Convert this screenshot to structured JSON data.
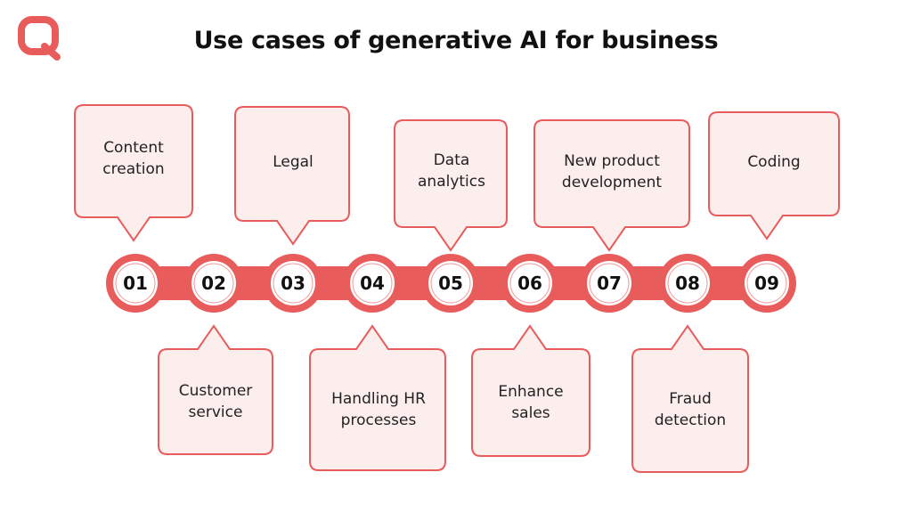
{
  "title": "Use cases of generative AI for business",
  "colors": {
    "accent": "#e85c5c",
    "bubble_fill": "#fdeeee",
    "bubble_stroke": "#e85c5c"
  },
  "logo": {
    "icon": "q-logo-icon"
  },
  "steps": [
    {
      "number": "01",
      "label": "Content creation"
    },
    {
      "number": "02",
      "label": "Customer service"
    },
    {
      "number": "03",
      "label": "Legal"
    },
    {
      "number": "04",
      "label": "Handling HR processes"
    },
    {
      "number": "05",
      "label": "Data analytics"
    },
    {
      "number": "06",
      "label": "Enhance sales"
    },
    {
      "number": "07",
      "label": "New product development"
    },
    {
      "number": "08",
      "label": "Fraud detection"
    },
    {
      "number": "09",
      "label": "Coding"
    }
  ]
}
